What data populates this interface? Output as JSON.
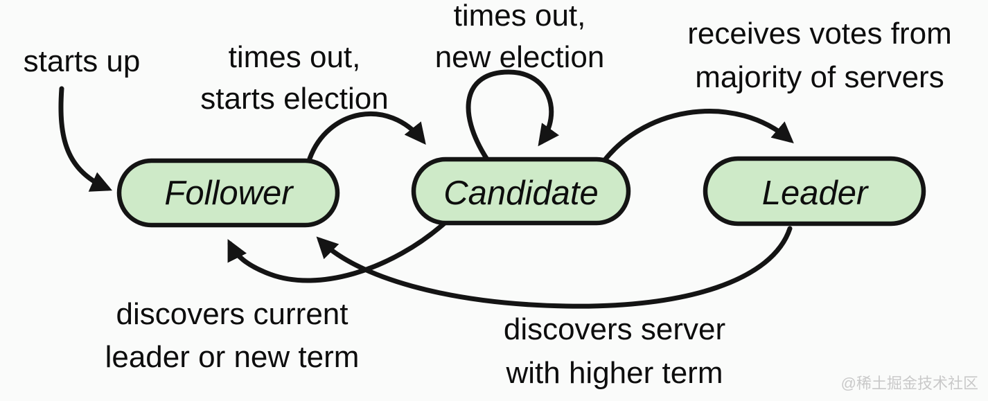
{
  "diagram_type": "state-machine",
  "colors": {
    "background": "#fafbfa",
    "node_fill": "#ceeac8",
    "node_stroke": "#141414",
    "edge_stroke": "#141414",
    "text": "#0d0d0d",
    "watermark": "#c9c9c9"
  },
  "states": [
    {
      "id": "follower",
      "label": "Follower"
    },
    {
      "id": "candidate",
      "label": "Candidate"
    },
    {
      "id": "leader",
      "label": "Leader"
    }
  ],
  "transitions": [
    {
      "id": "start-to-follower",
      "from": "",
      "to": "Follower",
      "label_lines": [
        "starts up"
      ]
    },
    {
      "id": "follower-to-candidate",
      "from": "Follower",
      "to": "Candidate",
      "label_lines": [
        "times out,",
        "starts election"
      ]
    },
    {
      "id": "candidate-self-loop",
      "from": "Candidate",
      "to": "Candidate",
      "label_lines": [
        "times out,",
        "new election"
      ]
    },
    {
      "id": "candidate-to-leader",
      "from": "Candidate",
      "to": "Leader",
      "label_lines": [
        "receives votes from",
        "majority of servers"
      ]
    },
    {
      "id": "candidate-to-follower",
      "from": "Candidate",
      "to": "Follower",
      "label_lines": [
        "discovers current",
        "leader or new term"
      ]
    },
    {
      "id": "leader-to-follower",
      "from": "Leader",
      "to": "Follower",
      "label_lines": [
        "discovers server",
        "with higher term"
      ]
    }
  ],
  "watermark": {
    "text": "@稀土掘金技术社区"
  }
}
